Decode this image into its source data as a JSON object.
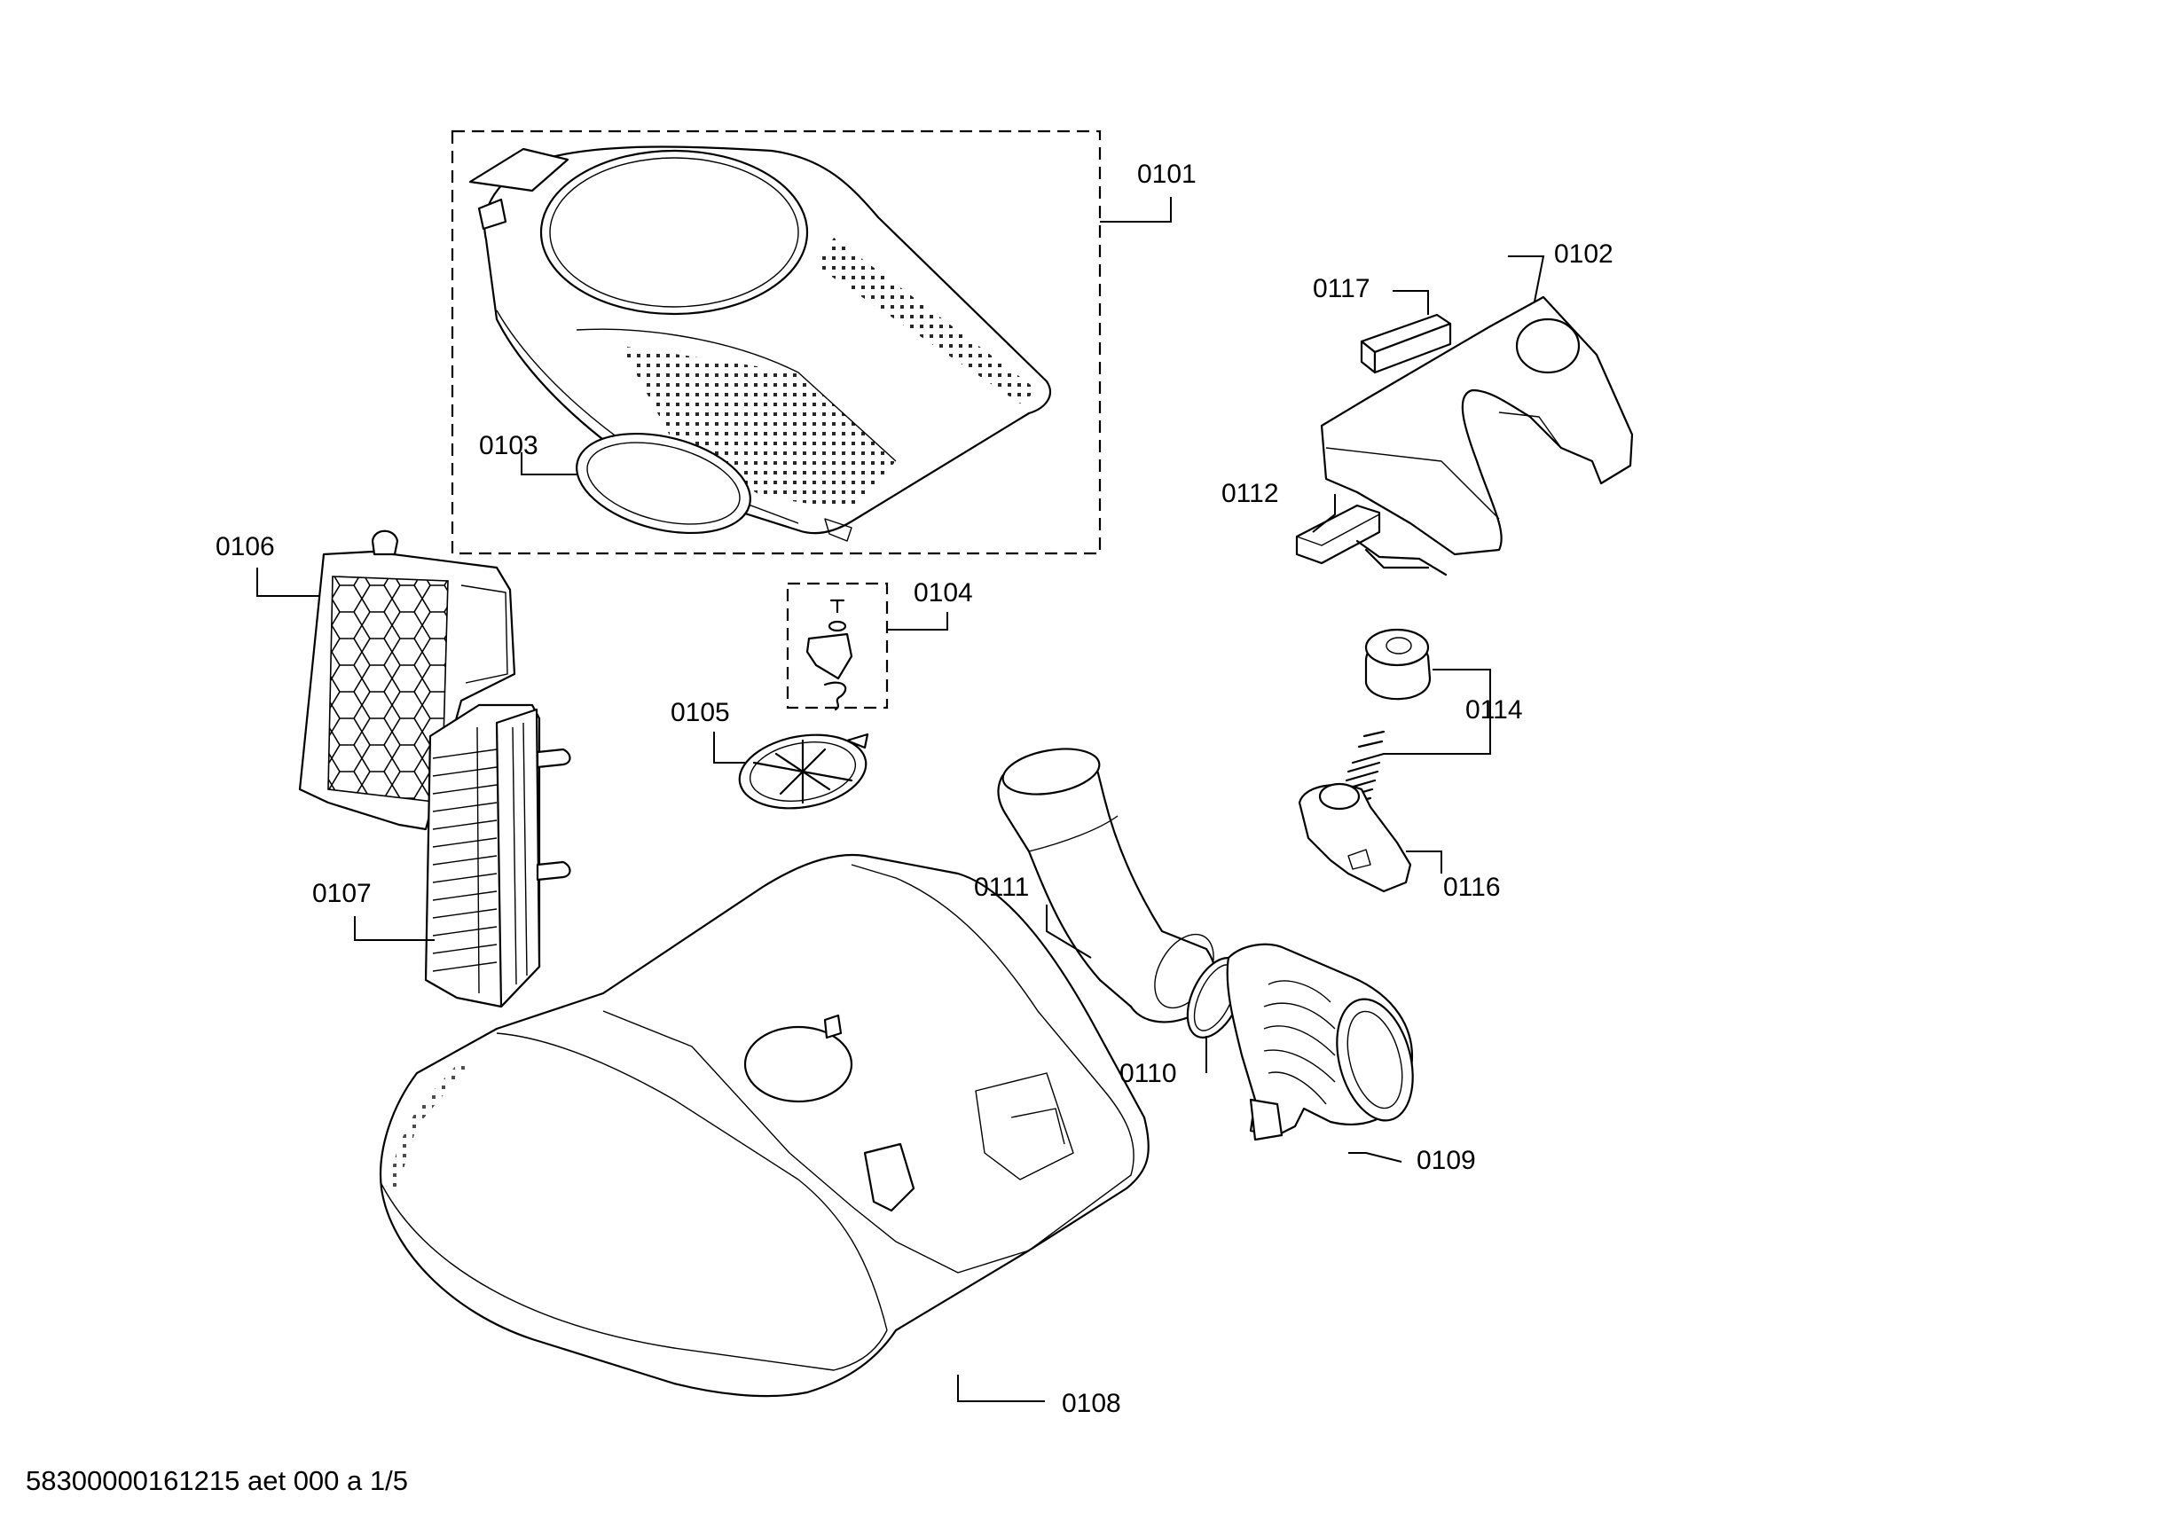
{
  "labels": {
    "p0101": "0101",
    "p0102": "0102",
    "p0103": "0103",
    "p0104": "0104",
    "p0105": "0105",
    "p0106": "0106",
    "p0107": "0107",
    "p0108": "0108",
    "p0109": "0109",
    "p0110": "0110",
    "p0111": "0111",
    "p0112": "0112",
    "p0114": "0114",
    "p0116": "0116",
    "p0117": "0117"
  },
  "footer": "58300000161215 aet 000 a 1/5"
}
